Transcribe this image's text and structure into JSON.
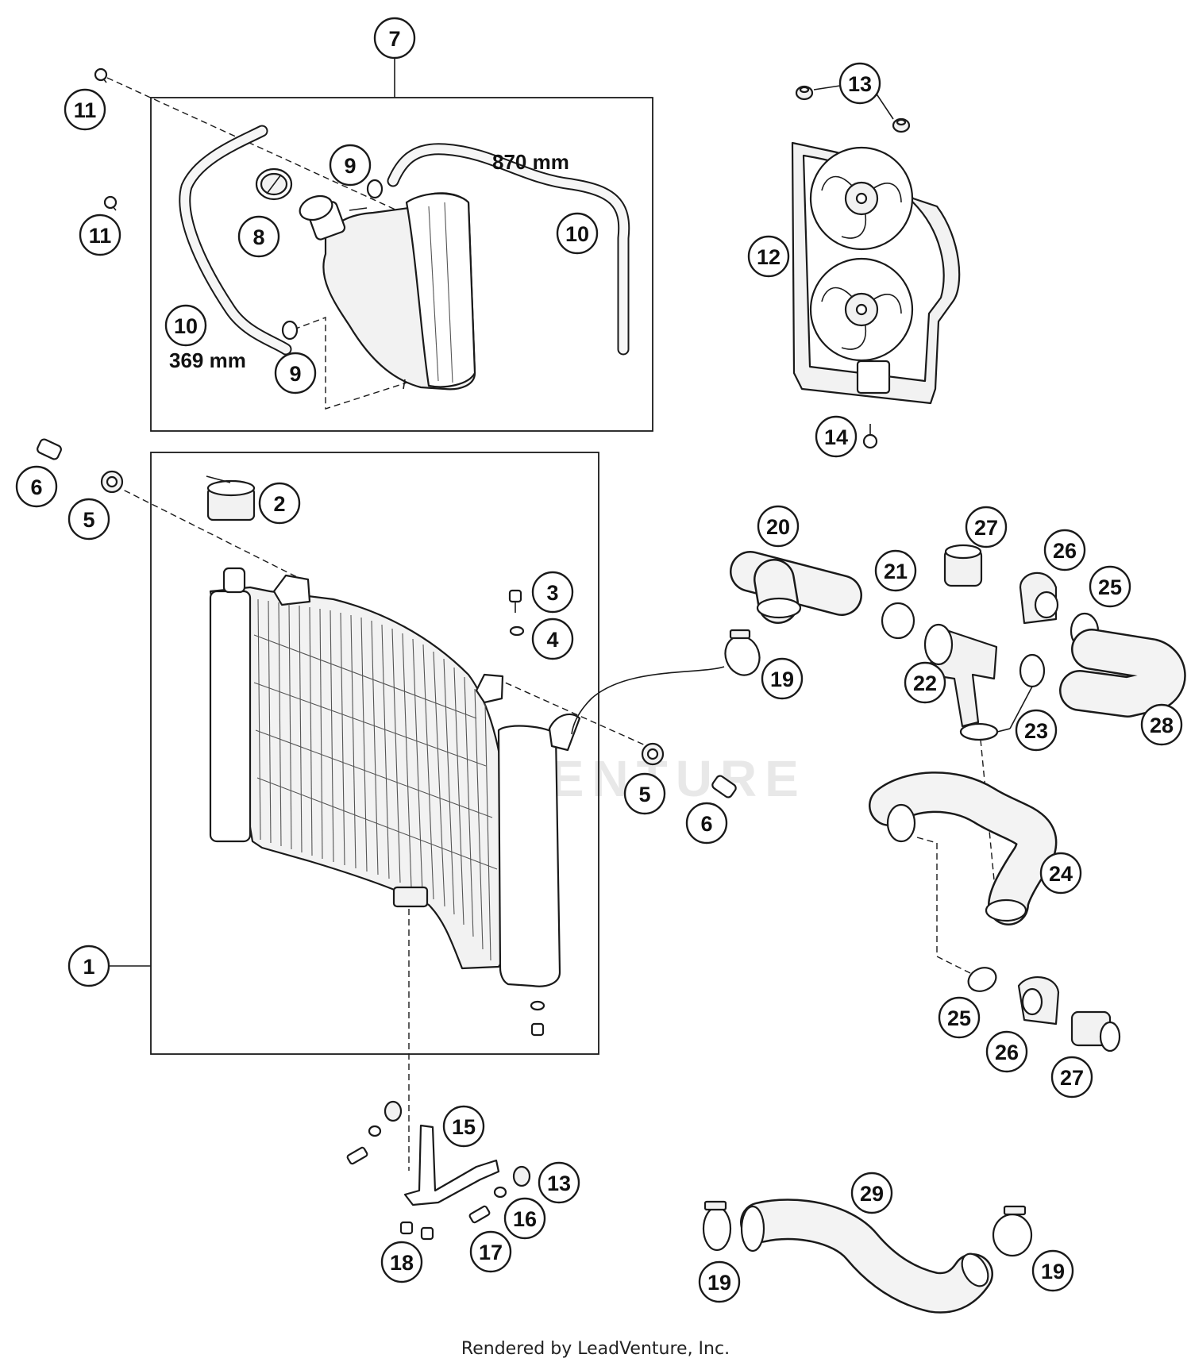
{
  "callouts": [
    {
      "label": "1"
    },
    {
      "label": "2"
    },
    {
      "label": "3"
    },
    {
      "label": "4"
    },
    {
      "label": "5"
    },
    {
      "label": "5"
    },
    {
      "label": "6"
    },
    {
      "label": "6"
    },
    {
      "label": "7"
    },
    {
      "label": "8"
    },
    {
      "label": "9"
    },
    {
      "label": "9"
    },
    {
      "label": "10"
    },
    {
      "label": "10"
    },
    {
      "label": "11"
    },
    {
      "label": "11"
    },
    {
      "label": "12"
    },
    {
      "label": "13"
    },
    {
      "label": "13"
    },
    {
      "label": "14"
    },
    {
      "label": "15"
    },
    {
      "label": "16"
    },
    {
      "label": "17"
    },
    {
      "label": "18"
    },
    {
      "label": "19"
    },
    {
      "label": "19"
    },
    {
      "label": "19"
    },
    {
      "label": "20"
    },
    {
      "label": "21"
    },
    {
      "label": "22"
    },
    {
      "label": "23"
    },
    {
      "label": "24"
    },
    {
      "label": "25"
    },
    {
      "label": "25"
    },
    {
      "label": "26"
    },
    {
      "label": "26"
    },
    {
      "label": "27"
    },
    {
      "label": "27"
    },
    {
      "label": "28"
    },
    {
      "label": "29"
    }
  ],
  "dimensions": {
    "hose_long": "870 mm",
    "hose_short": "369 mm"
  },
  "watermark": "VENTURE",
  "credit": "Rendered by LeadVenture, Inc."
}
